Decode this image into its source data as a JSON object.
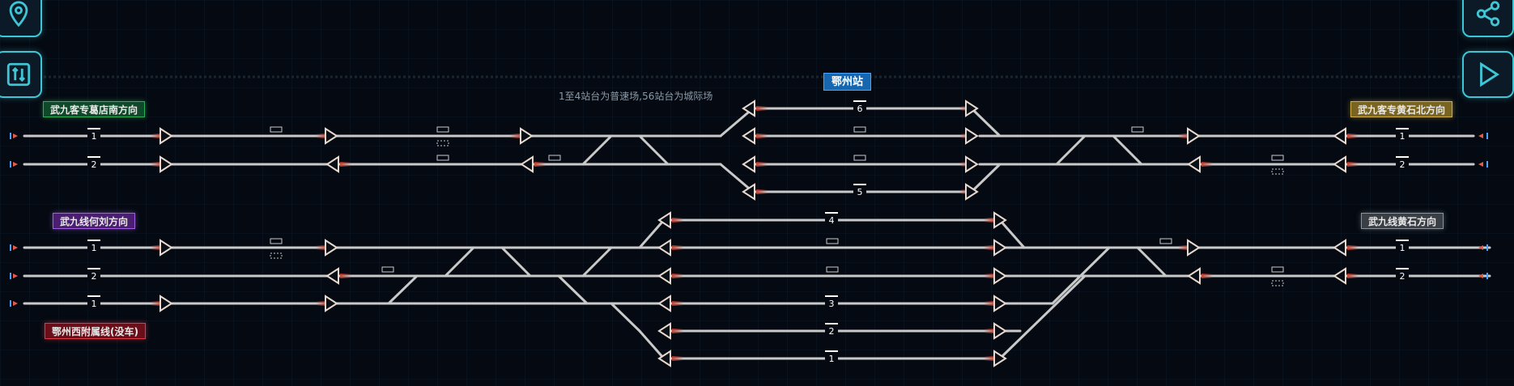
{
  "toolbar": {
    "location_icon": "map-pin-icon",
    "adjust_icon": "sliders-icon",
    "share_icon": "share-icon",
    "play_icon": "play-icon",
    "accent_color": "#3fc6d6"
  },
  "station": {
    "name": "鄂州站",
    "note": "1至4站台为普速场,56站台为城际场"
  },
  "directions": {
    "top_left": "武九客专葛店南方向",
    "top_right": "武九客专黄石北方向",
    "mid_left": "武九线何刘方向",
    "mid_right": "武九线黄石方向",
    "bottom_left": "鄂州西附属线(没车)"
  },
  "track_labels": {
    "top_left_1": "1",
    "top_left_2": "2",
    "top_right_1": "1",
    "top_right_2": "2",
    "mid_left_1": "1",
    "mid_left_2": "2",
    "mid_left_3": "1",
    "mid_right_1": "1",
    "mid_right_2": "2"
  },
  "platforms": {
    "p6": "6",
    "p5": "5",
    "p4": "4",
    "p3": "3",
    "p2": "2",
    "p1": "1"
  },
  "colors": {
    "track": "#c9c9c9",
    "signal_red": "#c0392b",
    "label_green": "#0e4a2a",
    "label_purple": "#4a1e70",
    "label_red": "#6a0f1a",
    "label_gold": "#7a6422",
    "label_gray": "#3a3f45",
    "station_blue": "#1767b0"
  }
}
